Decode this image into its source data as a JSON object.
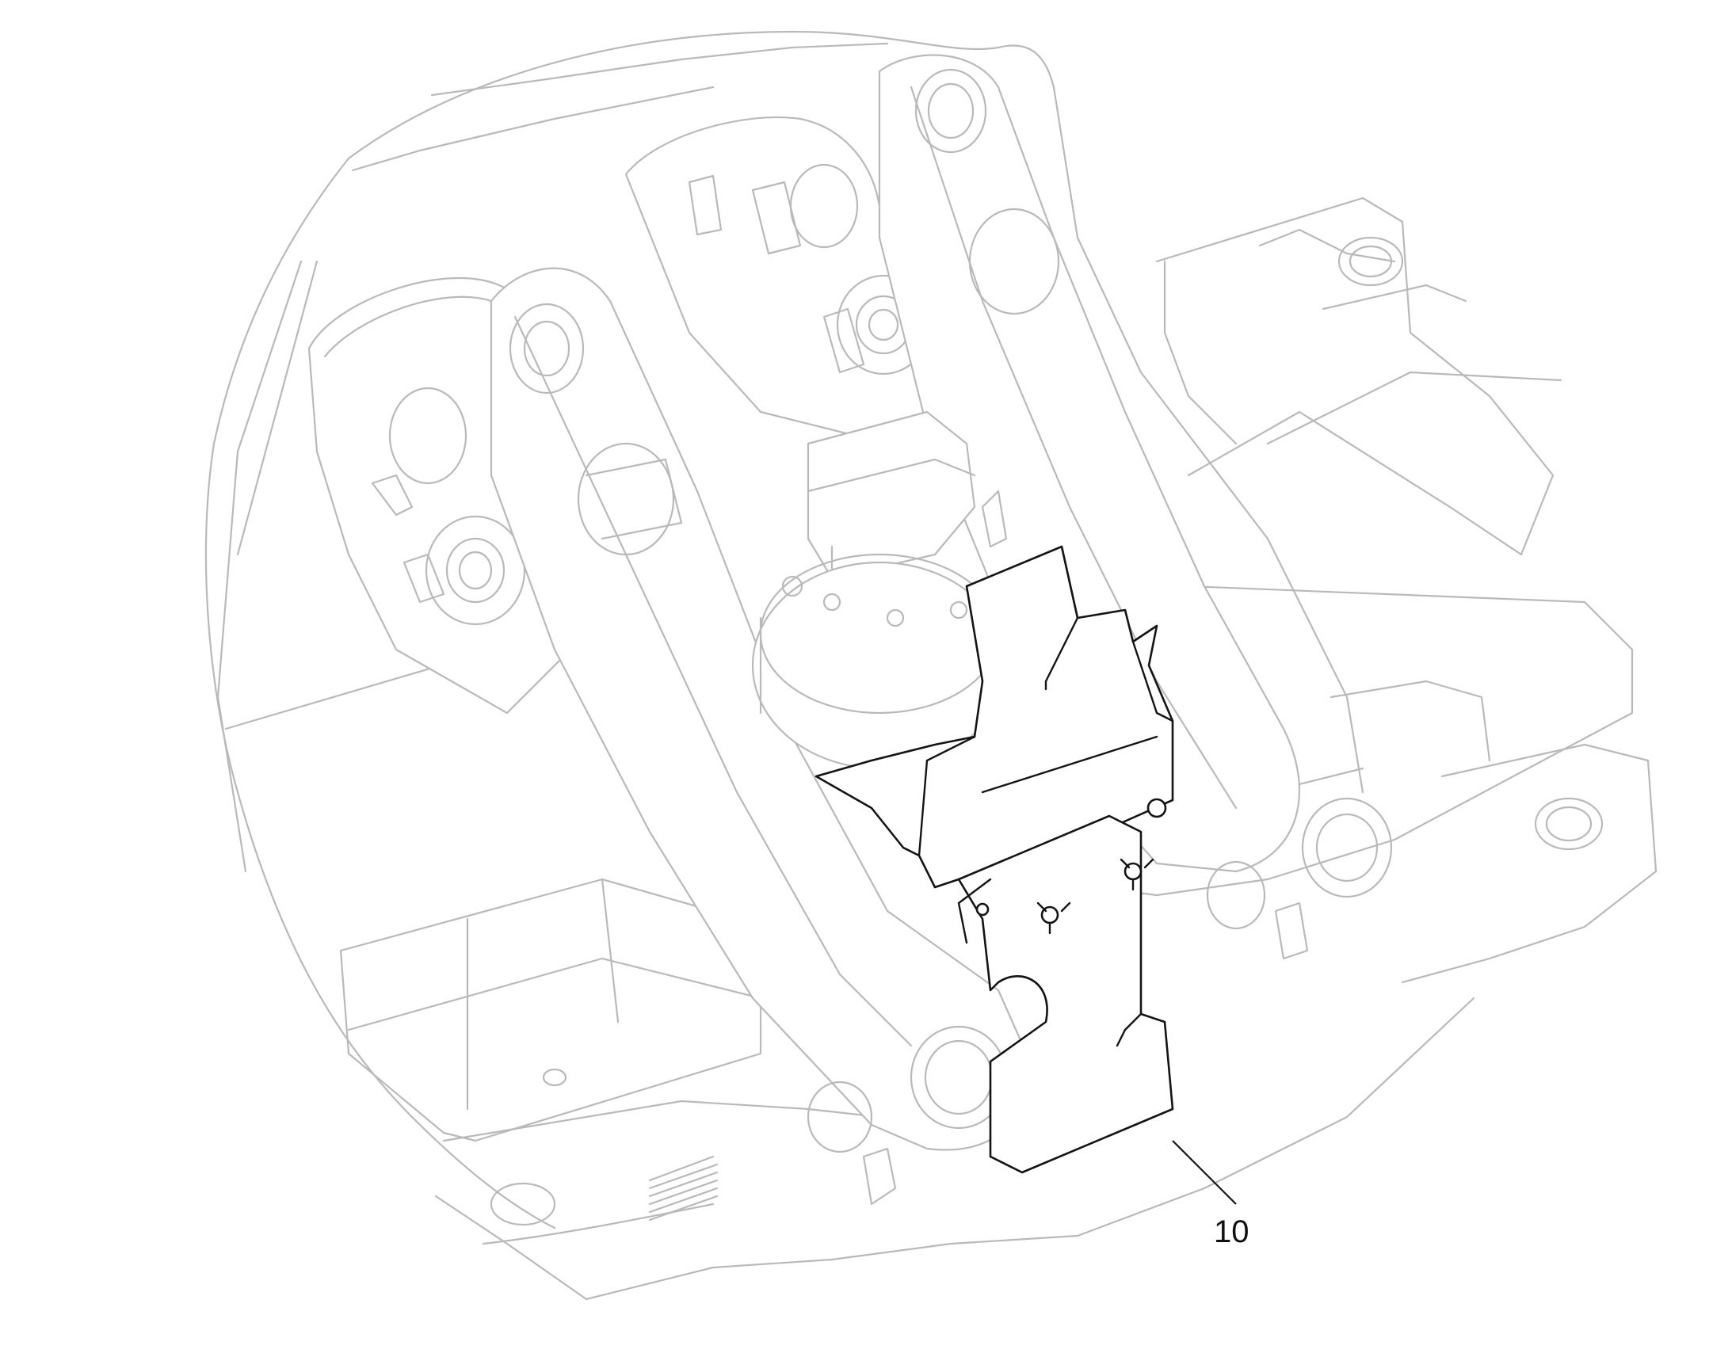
{
  "figure": {
    "type": "exploded-parts-illustration",
    "background": "#ffffff",
    "context_line_color": "#b9b9b9",
    "highlight_line_color": "#141414"
  },
  "callouts": [
    {
      "id": "10",
      "label": "10",
      "target": "guard-plate"
    }
  ]
}
